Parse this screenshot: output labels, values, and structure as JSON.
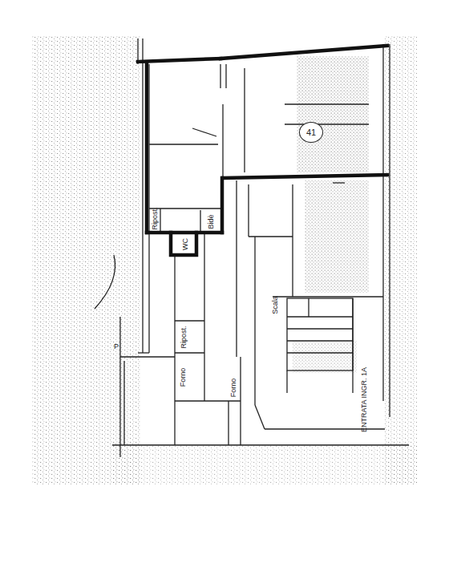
{
  "diagram": {
    "nodes": [
      {
        "text": [
          "41"
        ]
      }
    ],
    "labels": [
      "Ripost.",
      "WC",
      "Bidè",
      "Ripost.",
      "Forno",
      "Forno",
      "Scala",
      "ENTRATA INGR. 1A",
      "P"
    ]
  }
}
